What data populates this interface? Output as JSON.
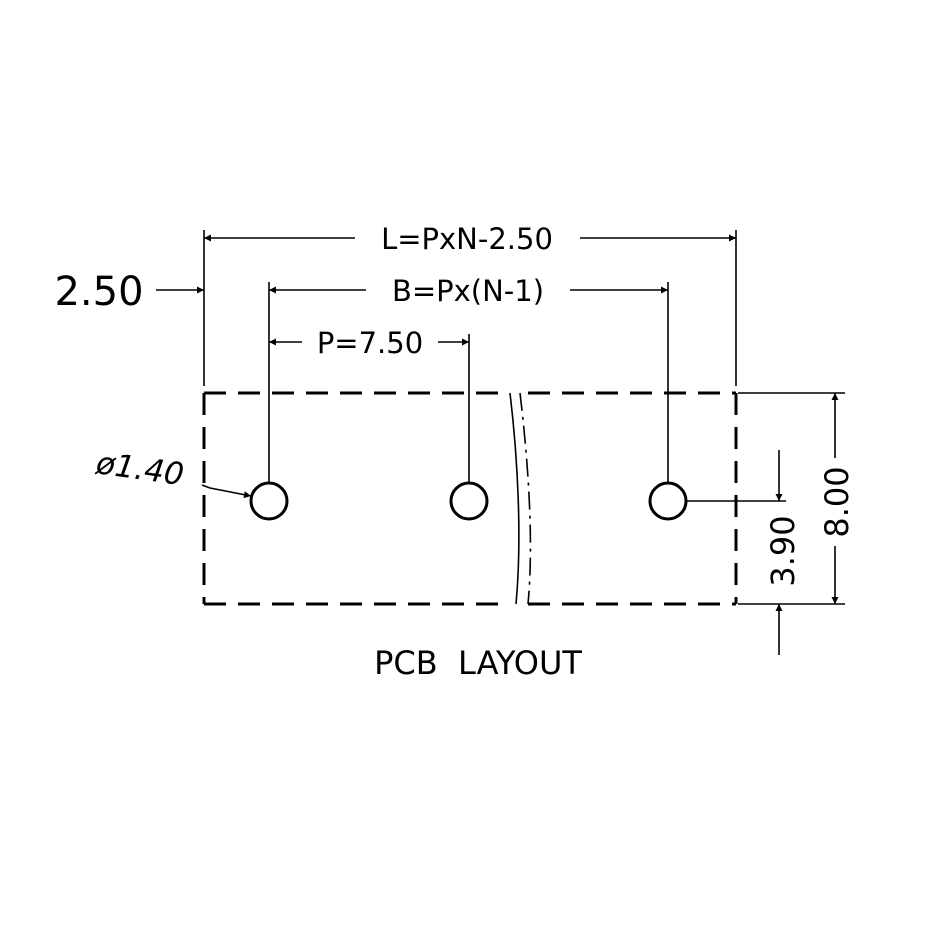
{
  "dimensions": {
    "overall_length": "L=PxN-2.50",
    "span": "B=Px(N-1)",
    "pitch": "P=7.50",
    "offset": "2.50",
    "hole_diameter": "ø1.40",
    "hole_row": "3.90",
    "height": "8.00"
  },
  "title": "PCB  LAYOUT",
  "colors": {
    "line": "#000000",
    "background": "#ffffff"
  }
}
